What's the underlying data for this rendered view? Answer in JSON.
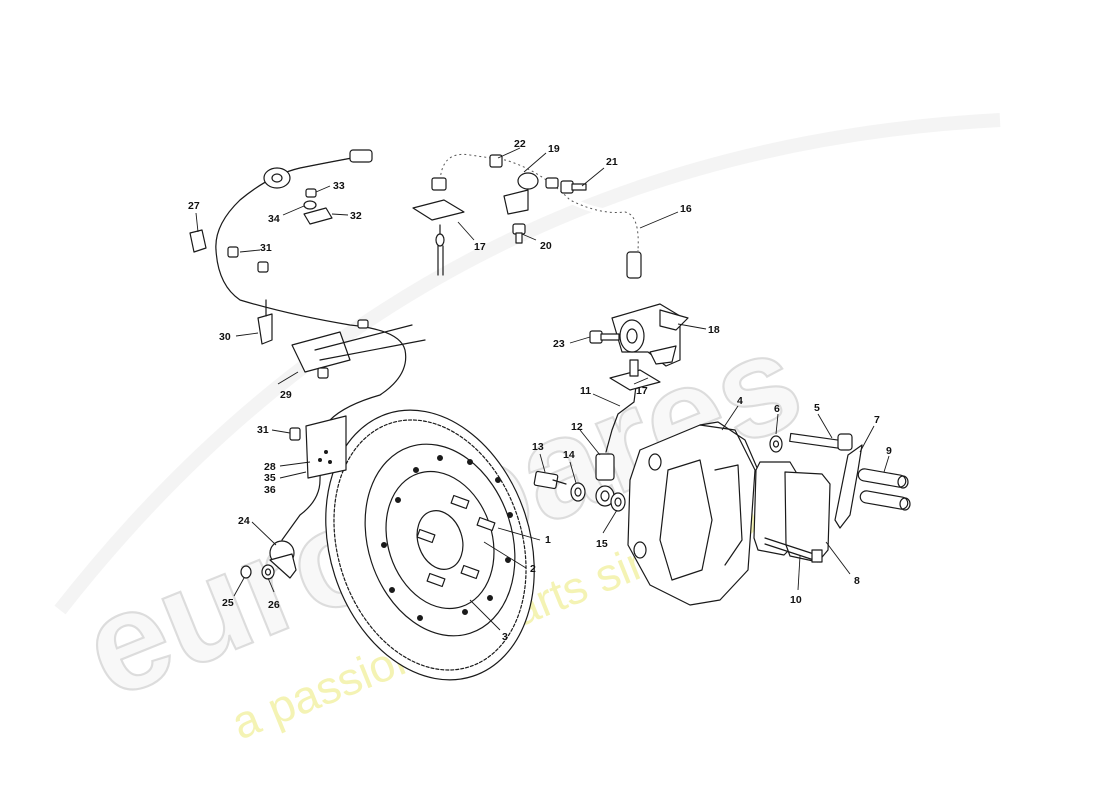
{
  "watermark": {
    "brand": "eurospares",
    "tagline": "a passion for parts since 1985",
    "tagline_color": "#f3f2a8"
  },
  "callouts": {
    "n1": "1",
    "n2": "2",
    "n3": "3",
    "n4": "4",
    "n5": "5",
    "n6": "6",
    "n7": "7",
    "n8": "8",
    "n9": "9",
    "n10": "10",
    "n11": "11",
    "n12": "12",
    "n13": "13",
    "n14": "14",
    "n15": "15",
    "n16": "16",
    "n17a": "17",
    "n17b": "17",
    "n18": "18",
    "n19": "19",
    "n20": "20",
    "n21": "21",
    "n22": "22",
    "n23": "23",
    "n24": "24",
    "n25": "25",
    "n26": "26",
    "n27": "27",
    "n28": "28",
    "n29": "29",
    "n30": "30",
    "n31a": "31",
    "n31b": "31",
    "n32": "32",
    "n33": "33",
    "n34": "34",
    "n35": "35",
    "n36": "36"
  }
}
